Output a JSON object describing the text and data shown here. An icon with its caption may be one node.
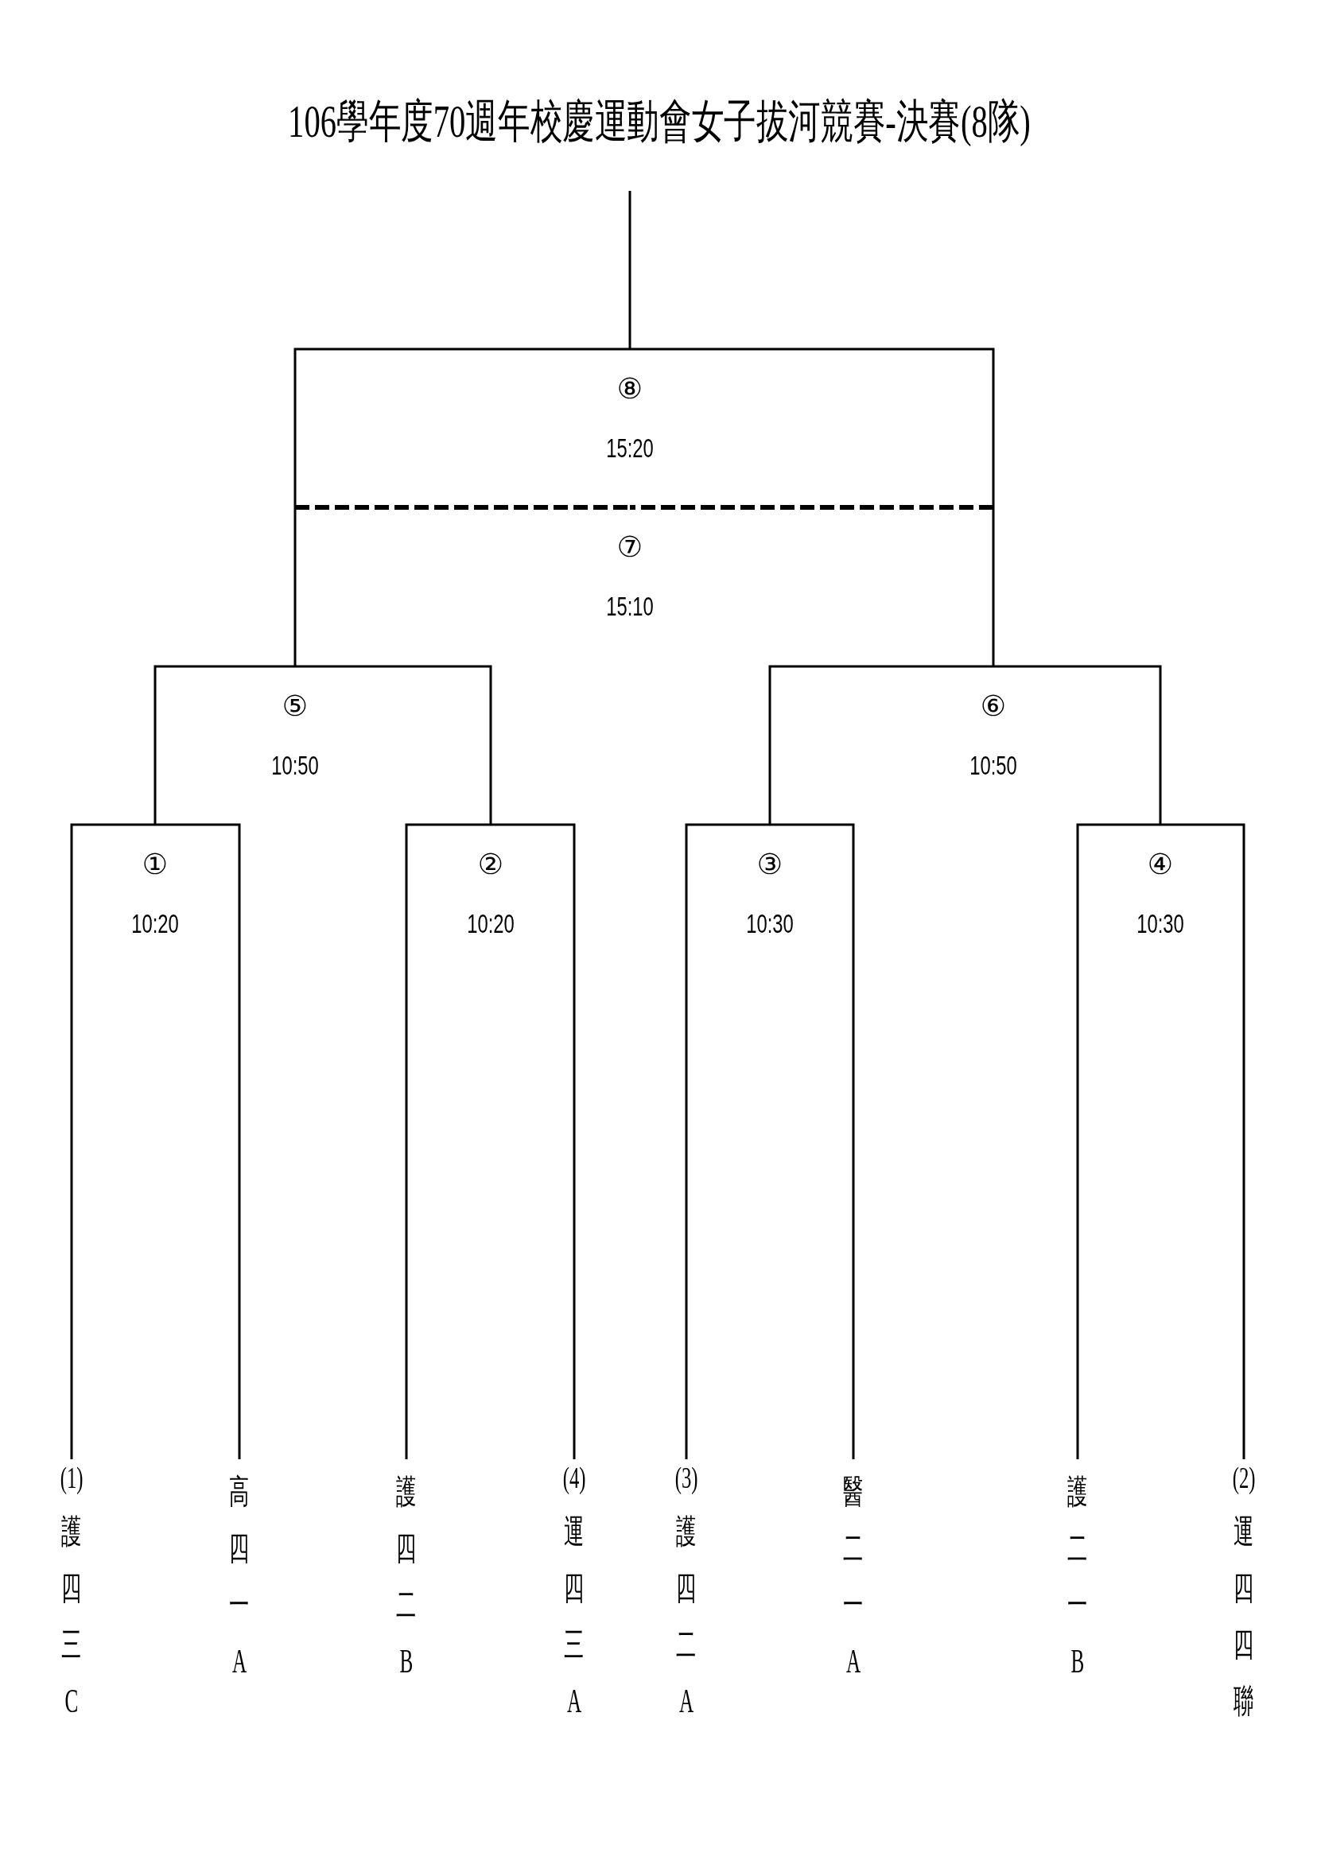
{
  "diagram": {
    "title": "106學年度70週年校慶運動會女子拔河競賽-決賽(8隊)",
    "nodes": [
      {
        "text": [
          "⑧",
          "15:20"
        ]
      },
      {
        "text": [
          "⑦",
          "15:10"
        ]
      },
      {
        "text": [
          "⑤",
          "10:50"
        ]
      },
      {
        "text": [
          "⑥",
          "10:50"
        ]
      },
      {
        "text": [
          "①",
          "10:20"
        ]
      },
      {
        "text": [
          "②",
          "10:20"
        ]
      },
      {
        "text": [
          "③",
          "10:30"
        ]
      },
      {
        "text": [
          "④",
          "10:30"
        ]
      },
      {
        "text": [
          "(1)",
          "護四三C"
        ]
      },
      {
        "text": [
          "高四一A"
        ]
      },
      {
        "text": [
          "護四二B"
        ]
      },
      {
        "text": [
          "(4)",
          "運四三A"
        ]
      },
      {
        "text": [
          "(3)",
          "護四二A"
        ]
      },
      {
        "text": [
          "醫二一A"
        ]
      },
      {
        "text": [
          "護二一B"
        ]
      },
      {
        "text": [
          "(2)",
          "運四四聯"
        ]
      }
    ],
    "edges": [
      {
        "from": 8,
        "to": 4,
        "arrow": "none"
      },
      {
        "from": 9,
        "to": 4,
        "arrow": "none"
      },
      {
        "from": 10,
        "to": 5,
        "arrow": "none"
      },
      {
        "from": 11,
        "to": 5,
        "arrow": "none"
      },
      {
        "from": 12,
        "to": 6,
        "arrow": "none"
      },
      {
        "from": 13,
        "to": 6,
        "arrow": "none"
      },
      {
        "from": 14,
        "to": 7,
        "arrow": "none"
      },
      {
        "from": 15,
        "to": 7,
        "arrow": "none"
      },
      {
        "from": 4,
        "to": 2,
        "arrow": "none"
      },
      {
        "from": 5,
        "to": 2,
        "arrow": "none"
      },
      {
        "from": 6,
        "to": 3,
        "arrow": "none"
      },
      {
        "from": 7,
        "to": 3,
        "arrow": "none"
      },
      {
        "from": 2,
        "to": 0,
        "arrow": "none"
      },
      {
        "from": 3,
        "to": 0,
        "arrow": "none"
      },
      {
        "from": 2,
        "to": 1,
        "arrow": "none",
        "style": "dashed"
      },
      {
        "from": 3,
        "to": 1,
        "arrow": "none",
        "style": "dashed"
      },
      {
        "from": 0,
        "to": null,
        "arrow": "none"
      }
    ]
  }
}
